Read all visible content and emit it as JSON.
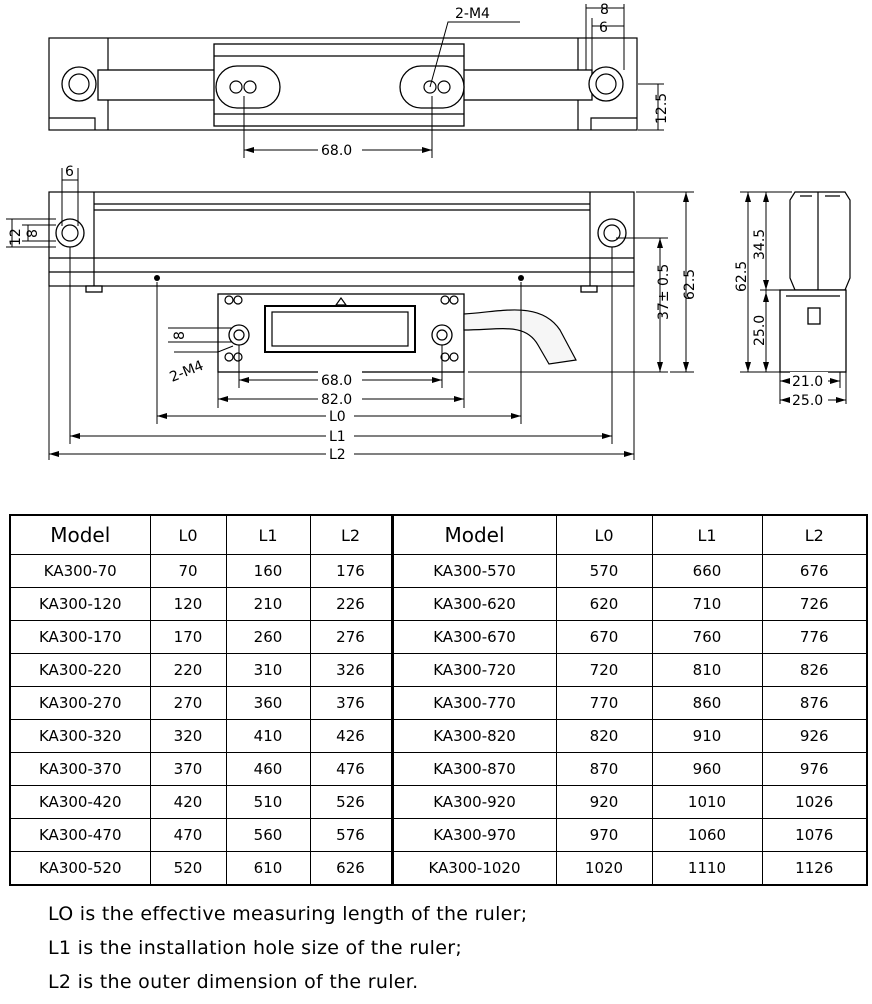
{
  "drawing": {
    "top_view": {
      "mount_thread": "2-M4",
      "dim_hole_spacing": "68.0",
      "dim_height": "12.5",
      "dim_8": "8",
      "dim_6": "6"
    },
    "front_view": {
      "dim_6": "6",
      "dim_12": "12",
      "dim_8": "8",
      "dim_37": "37± 0.5",
      "dim_62_5": "62.5",
      "reader_dim_8": "8",
      "reader_thread": "2-M4",
      "dim_68": "68.0",
      "dim_82": "82.0",
      "dim_L0": "L0",
      "dim_L1": "L1",
      "dim_L2": "L2"
    },
    "side_view": {
      "dim_62_5": "62.5",
      "dim_34_5": "34.5",
      "dim_25_height": "25.0",
      "dim_21": "21.0",
      "dim_25_width": "25.0"
    }
  },
  "table": {
    "headers": [
      "Model",
      "L0",
      "L1",
      "L2",
      "Model",
      "L0",
      "L1",
      "L2"
    ],
    "rows": [
      [
        "KA300-70",
        "70",
        "160",
        "176",
        "KA300-570",
        "570",
        "660",
        "676"
      ],
      [
        "KA300-120",
        "120",
        "210",
        "226",
        "KA300-620",
        "620",
        "710",
        "726"
      ],
      [
        "KA300-170",
        "170",
        "260",
        "276",
        "KA300-670",
        "670",
        "760",
        "776"
      ],
      [
        "KA300-220",
        "220",
        "310",
        "326",
        "KA300-720",
        "720",
        "810",
        "826"
      ],
      [
        "KA300-270",
        "270",
        "360",
        "376",
        "KA300-770",
        "770",
        "860",
        "876"
      ],
      [
        "KA300-320",
        "320",
        "410",
        "426",
        "KA300-820",
        "820",
        "910",
        "926"
      ],
      [
        "KA300-370",
        "370",
        "460",
        "476",
        "KA300-870",
        "870",
        "960",
        "976"
      ],
      [
        "KA300-420",
        "420",
        "510",
        "526",
        "KA300-920",
        "920",
        "1010",
        "1026"
      ],
      [
        "KA300-470",
        "470",
        "560",
        "576",
        "KA300-970",
        "970",
        "1060",
        "1076"
      ],
      [
        "KA300-520",
        "520",
        "610",
        "626",
        "KA300-1020",
        "1020",
        "1110",
        "1126"
      ]
    ]
  },
  "notes": [
    "LO is the effective measuring length of the ruler;",
    "L1 is the installation hole size of the ruler;",
    "L2 is the outer dimension of the ruler."
  ]
}
